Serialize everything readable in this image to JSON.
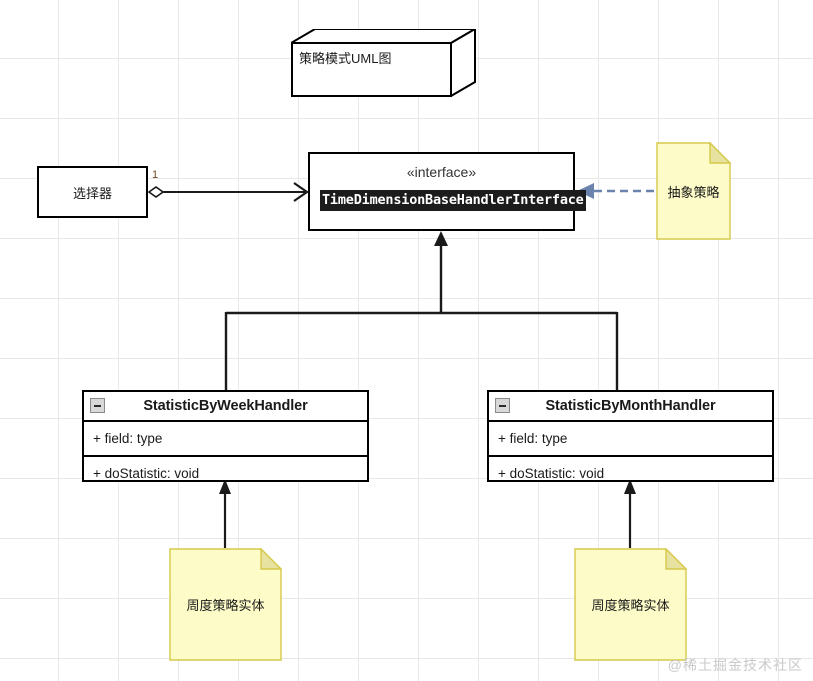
{
  "diagram": {
    "title_box": {
      "label": "策略模式UML图"
    },
    "watermark": "@稀土掘金技术社区",
    "selector": {
      "label": "选择器",
      "multiplicity": "1"
    },
    "interface": {
      "stereotype": "«interface»",
      "name": "TimeDimensionBaseHandlerInterface"
    },
    "classes": [
      {
        "name": "StatisticByWeekHandler",
        "collapse_icon": "minus-icon",
        "attributes": "+ field: type",
        "operations": "+ doStatistic: void"
      },
      {
        "name": "StatisticByMonthHandler",
        "collapse_icon": "minus-icon",
        "attributes": "+ field: type",
        "operations": "+ doStatistic: void"
      }
    ],
    "notes": [
      {
        "label": "抽象策略"
      },
      {
        "label": "周度策略实体"
      },
      {
        "label": "周度策略实体"
      }
    ],
    "colors": {
      "note_fill": "#fdfcc8",
      "note_stroke": "#d6c84a",
      "note_fold": "#e8e2a0",
      "line": "#1a1a1a",
      "dashed_link": "#6b84ad",
      "grid": "#e8e8e8",
      "label": "#6b4a20"
    }
  }
}
